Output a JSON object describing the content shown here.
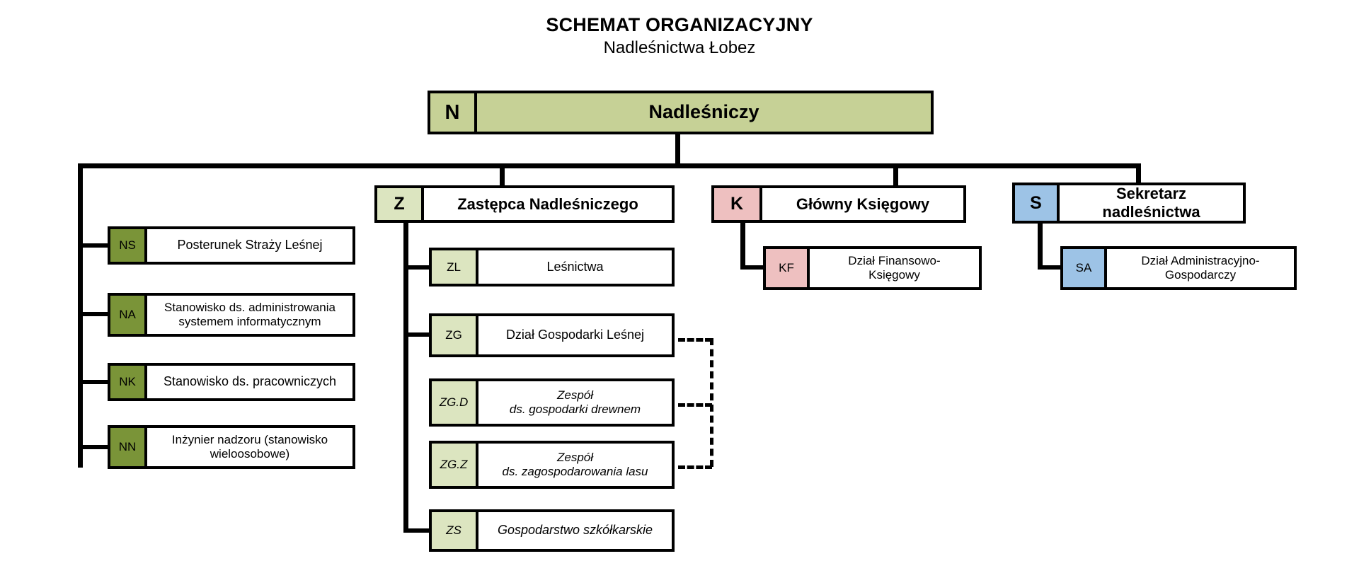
{
  "title": {
    "main": "SCHEMAT ORGANIZACYJNY",
    "sub": "Nadleśnictwa Łobez"
  },
  "colors": {
    "green_fill": "#c6d196",
    "green_light": "#dce5c0",
    "green_dark": "#7a9438",
    "pink": "#eec0c0",
    "blue": "#9dc3e6",
    "line": "#000000",
    "background": "#ffffff"
  },
  "chart_data": {
    "type": "diagram",
    "title": "SCHEMAT ORGANIZACYJNY Nadleśnictwa Łobez",
    "nodes": [
      {
        "id": "N",
        "code": "N",
        "label": "Nadleśniczy",
        "parent": null,
        "level": 0,
        "tag_color": "#c6d196"
      },
      {
        "id": "NS",
        "code": "NS",
        "label": "Posterunek Straży Leśnej",
        "parent": "N",
        "level": 1,
        "tag_color": "#7a9438"
      },
      {
        "id": "NA",
        "code": "NA",
        "label": "Stanowisko ds. administrowania systemem informatycznym",
        "parent": "N",
        "level": 1,
        "tag_color": "#7a9438"
      },
      {
        "id": "NK",
        "code": "NK",
        "label": "Stanowisko ds. pracowniczych",
        "parent": "N",
        "level": 1,
        "tag_color": "#7a9438"
      },
      {
        "id": "NN",
        "code": "NN",
        "label": "Inżynier nadzoru (stanowisko wieloosobowe)",
        "parent": "N",
        "level": 1,
        "tag_color": "#7a9438"
      },
      {
        "id": "Z",
        "code": "Z",
        "label": "Zastępca Nadleśniczego",
        "parent": "N",
        "level": 1,
        "tag_color": "#dce5c0"
      },
      {
        "id": "ZL",
        "code": "ZL",
        "label": "Leśnictwa",
        "parent": "Z",
        "level": 2,
        "tag_color": "#dce5c0"
      },
      {
        "id": "ZG",
        "code": "ZG",
        "label": "Dział Gospodarki Leśnej",
        "parent": "Z",
        "level": 2,
        "tag_color": "#dce5c0"
      },
      {
        "id": "ZG.D",
        "code": "ZG.D",
        "label": "Zespół\nds. gospodarki drewnem",
        "parent": "ZG",
        "level": 3,
        "tag_color": "#dce5c0",
        "link": "dashed"
      },
      {
        "id": "ZG.Z",
        "code": "ZG.Z",
        "label": "Zespół\nds. zagospodarowania lasu",
        "parent": "ZG",
        "level": 3,
        "tag_color": "#dce5c0",
        "link": "dashed"
      },
      {
        "id": "ZS",
        "code": "ZS",
        "label": "Gospodarstwo szkółkarskie",
        "parent": "Z",
        "level": 2,
        "tag_color": "#dce5c0"
      },
      {
        "id": "K",
        "code": "K",
        "label": "Główny Księgowy",
        "parent": "N",
        "level": 1,
        "tag_color": "#eec0c0"
      },
      {
        "id": "KF",
        "code": "KF",
        "label": "Dział Finansowo-Księgowy",
        "parent": "K",
        "level": 2,
        "tag_color": "#eec0c0"
      },
      {
        "id": "S",
        "code": "S",
        "label": "Sekretarz nadleśnictwa",
        "parent": "N",
        "level": 1,
        "tag_color": "#9dc3e6"
      },
      {
        "id": "SA",
        "code": "SA",
        "label": "Dział Administracyjno-Gospodarczy",
        "parent": "S",
        "level": 2,
        "tag_color": "#9dc3e6"
      }
    ]
  },
  "nodes": {
    "n": {
      "code": "N",
      "line1": "Nadleśniczy"
    },
    "ns": {
      "code": "NS",
      "line1": "Posterunek Straży Leśnej",
      "line2": ""
    },
    "na": {
      "code": "NA",
      "line1": "Stanowisko ds. administrowania",
      "line2": "systemem informatycznym"
    },
    "nk": {
      "code": "NK",
      "line1": "Stanowisko ds. pracowniczych",
      "line2": ""
    },
    "nn": {
      "code": "NN",
      "line1": "Inżynier nadzoru (stanowisko",
      "line2": "wieloosobowe)"
    },
    "z": {
      "code": "Z",
      "line1": "Zastępca Nadleśniczego",
      "line2": ""
    },
    "zl": {
      "code": "ZL",
      "line1": "Leśnictwa",
      "line2": ""
    },
    "zg": {
      "code": "ZG",
      "line1": "Dział Gospodarki Leśnej",
      "line2": ""
    },
    "zgd": {
      "code": "ZG.D",
      "line1": "Zespół",
      "line2": "ds. gospodarki drewnem"
    },
    "zgz": {
      "code": "ZG.Z",
      "line1": "Zespół",
      "line2": "ds. zagospodarowania lasu"
    },
    "zs": {
      "code": "ZS",
      "line1": "Gospodarstwo szkółkarskie",
      "line2": ""
    },
    "k": {
      "code": "K",
      "line1": "Główny Księgowy",
      "line2": ""
    },
    "kf": {
      "code": "KF",
      "line1": "Dział Finansowo-",
      "line2": "Księgowy"
    },
    "s": {
      "code": "S",
      "line1": "Sekretarz",
      "line2": "nadleśnictwa"
    },
    "sa": {
      "code": "SA",
      "line1": "Dział Administracyjno-",
      "line2": "Gospodarczy"
    }
  }
}
